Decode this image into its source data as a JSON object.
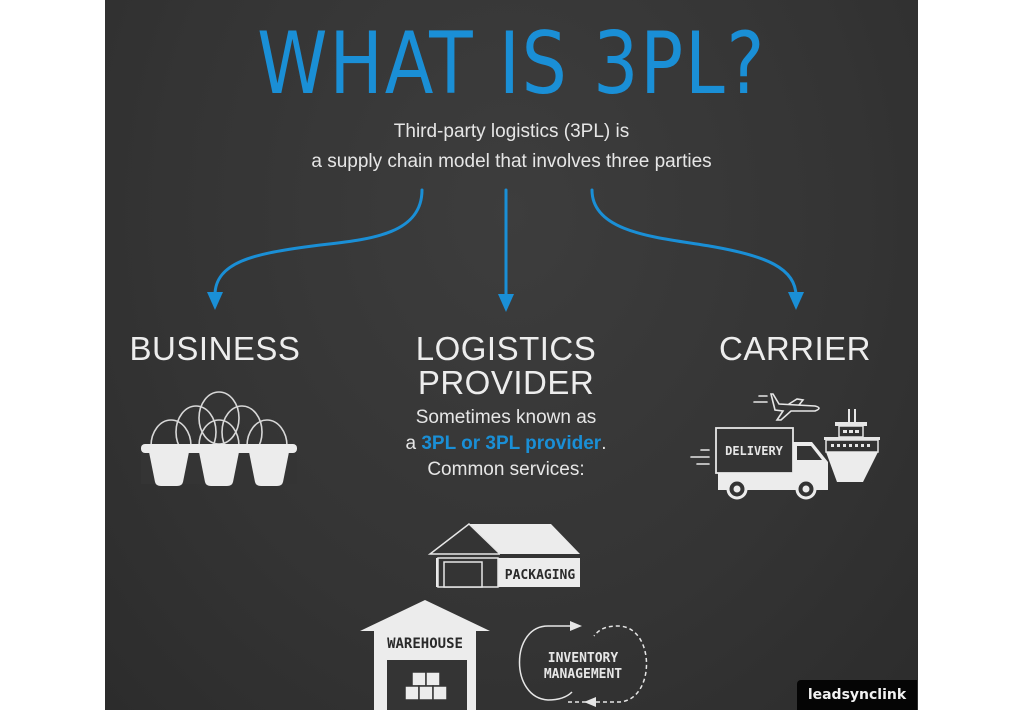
{
  "infographic": {
    "title": "WHAT IS 3PL?",
    "subtitle_line1": "Third-party logistics (3PL) is",
    "subtitle_line2": "a supply chain model that involves three parties",
    "colors": {
      "accent": "#1a8fd6",
      "background": "#343434",
      "text": "#e6e6e6",
      "icon_fill": "#ececec"
    },
    "parties": [
      {
        "heading": "BUSINESS",
        "icon": "egg-carton-icon"
      },
      {
        "heading_line1": "LOGISTICS",
        "heading_line2": "PROVIDER",
        "desc_line1": "Sometimes known as",
        "desc_prefix": "a ",
        "desc_highlight": "3PL or 3PL provider",
        "desc_suffix": ".",
        "desc_line3": "Common services:",
        "icon": "none"
      },
      {
        "heading": "CARRIER",
        "icon": "delivery-truck-plane-ship-icon",
        "truck_label": "DELIVERY"
      }
    ],
    "services": [
      {
        "label": "PACKAGING",
        "icon": "packaging-building-icon"
      },
      {
        "label": "WAREHOUSE",
        "icon": "warehouse-icon"
      },
      {
        "label_line1": "INVENTORY",
        "label_line2": "MANAGEMENT",
        "icon": "cycle-arrows-icon"
      }
    ]
  },
  "watermark": "leadsynclink"
}
